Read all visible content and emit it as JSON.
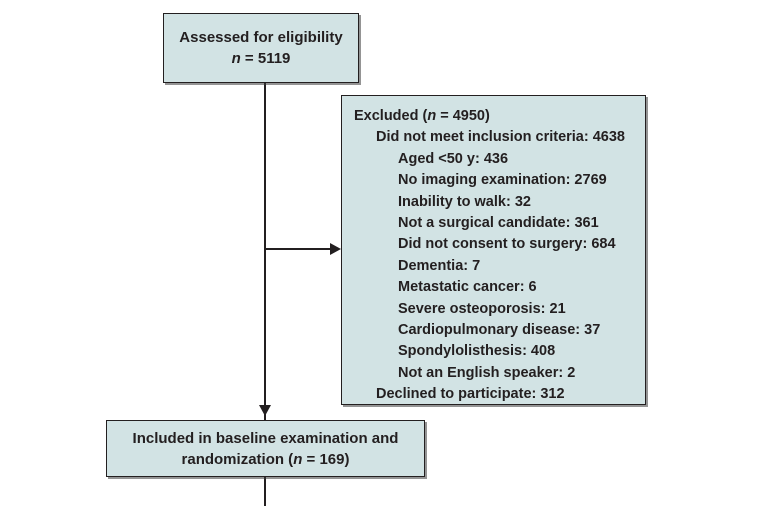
{
  "diagram": {
    "type": "consort-flow-diagram",
    "colors": {
      "box_fill": "#d2e3e4",
      "box_border": "#231f20",
      "text": "#231f20",
      "background": "#ffffff"
    },
    "assessed_box": {
      "line1": "Assessed for eligibility",
      "line2": "(n = 5119)",
      "count": 5119
    },
    "excluded_box": {
      "header": "Excluded (n = 4950)",
      "total_excluded": 4950,
      "items": [
        {
          "level": 0,
          "text": "Excluded (n = 4950)",
          "value": 4950
        },
        {
          "level": 1,
          "text": "Did not meet inclusion criteria: 4638",
          "value": 4638
        },
        {
          "level": 2,
          "text": "Aged <50 y: 436",
          "value": 436
        },
        {
          "level": 2,
          "text": "No imaging examination: 2769",
          "value": 2769
        },
        {
          "level": 2,
          "text": "Inability to walk: 32",
          "value": 32
        },
        {
          "level": 2,
          "text": "Not a surgical candidate: 361",
          "value": 361
        },
        {
          "level": 2,
          "text": "Did not consent to surgery: 684",
          "value": 684
        },
        {
          "level": 2,
          "text": "Dementia: 7",
          "value": 7
        },
        {
          "level": 2,
          "text": "Metastatic cancer: 6",
          "value": 6
        },
        {
          "level": 2,
          "text": "Severe osteoporosis: 21",
          "value": 21
        },
        {
          "level": 2,
          "text": "Cardiopulmonary disease: 37",
          "value": 37
        },
        {
          "level": 2,
          "text": "Spondylolisthesis: 408",
          "value": 408
        },
        {
          "level": 2,
          "text": "Not an English speaker: 2",
          "value": 2
        },
        {
          "level": 1,
          "text": "Declined to participate: 312",
          "value": 312
        }
      ]
    },
    "included_box": {
      "line1": "Included in baseline examination and",
      "line2": "randomization (n = 169)",
      "count": 169
    }
  }
}
